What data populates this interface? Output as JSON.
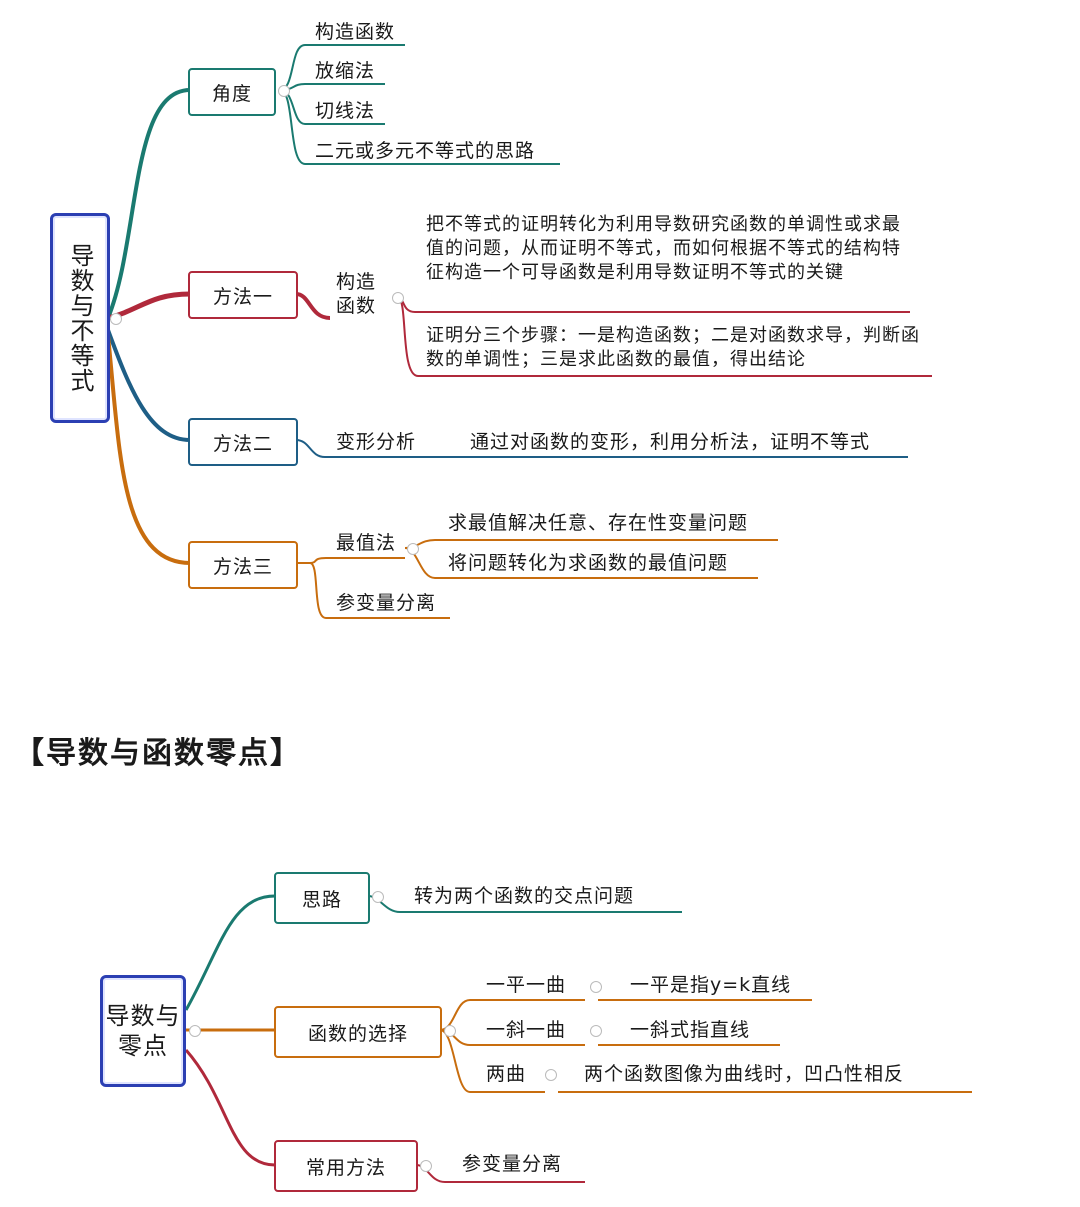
{
  "mindmap1": {
    "root": "导数与不等式",
    "branch1": {
      "label": "角度",
      "items": [
        "构造函数",
        "放缩法",
        "切线法",
        "二元或多元不等式的思路"
      ]
    },
    "branch2": {
      "label": "方法一",
      "sub": "构造函数",
      "desc1": "把不等式的证明转化为利用导数研究函数的单调性或求最值的问题，从而证明不等式，而如何根据不等式的结构特征构造一个可导函数是利用导数证明不等式的关键",
      "desc2": "证明分三个步骤：一是构造函数；二是对函数求导，判断函数的单调性；三是求此函数的最值，得出结论"
    },
    "branch3": {
      "label": "方法二",
      "sub": "变形分析",
      "desc": "通过对函数的变形，利用分析法，证明不等式"
    },
    "branch4": {
      "label": "方法三",
      "sub1": "最值法",
      "sub1_items": [
        "求最值解决任意、存在性变量问题",
        "将问题转化为求函数的最值问题"
      ],
      "sub2": "参变量分离"
    }
  },
  "section_heading": "【导数与函数零点】",
  "mindmap2": {
    "root": "导数与零点",
    "branch1": {
      "label": "思路",
      "item": "转为两个函数的交点问题"
    },
    "branch2": {
      "label": "函数的选择",
      "items": [
        {
          "label": "一平一曲",
          "desc": "一平是指y=k直线"
        },
        {
          "label": "一斜一曲",
          "desc": "一斜式指直线"
        },
        {
          "label": "两曲",
          "desc": "两个函数图像为曲线时，凹凸性相反"
        }
      ]
    },
    "branch3": {
      "label": "常用方法",
      "item": "参变量分离"
    }
  },
  "colors": {
    "teal": "#1a7a70",
    "red": "#b0293b",
    "blue": "#1e5e86",
    "orange": "#c86d0e",
    "navy": "#2b3fb3"
  }
}
